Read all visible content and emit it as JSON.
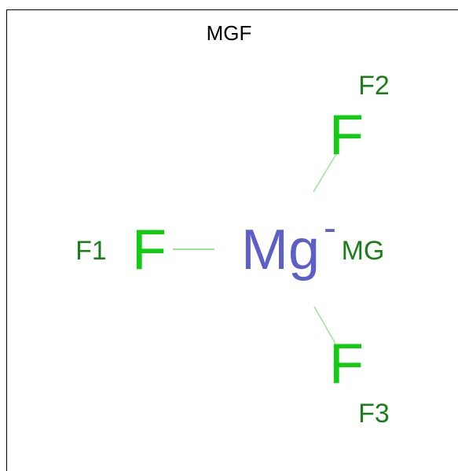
{
  "molecule": {
    "title": "MGF",
    "atoms": {
      "center": {
        "element": "Mg",
        "charge": "-",
        "label": "MG"
      },
      "f1": {
        "element": "F",
        "label": "F1"
      },
      "f2": {
        "element": "F",
        "label": "F2"
      },
      "f3": {
        "element": "F",
        "label": "F3"
      }
    },
    "colors": {
      "magnesium": "#5b5fc7",
      "fluorine": "#11cc11",
      "atom_label": "#1a7f1a",
      "bond": "#9be39b",
      "frame": "#000000"
    }
  }
}
